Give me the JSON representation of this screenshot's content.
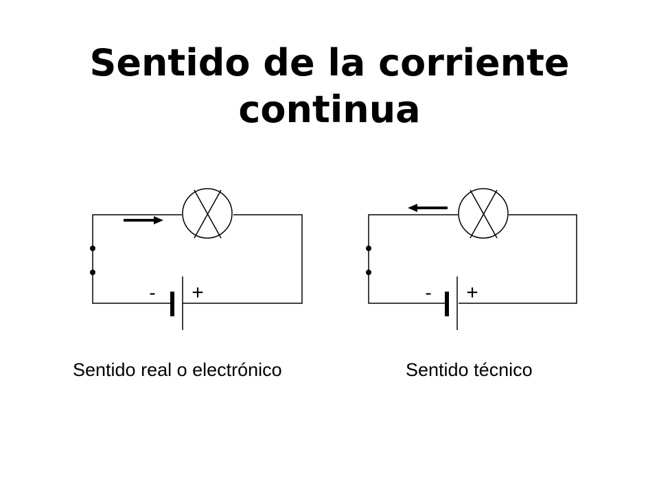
{
  "title": {
    "line1": "Sentido de la corriente",
    "line2": "continua"
  },
  "circuits": [
    {
      "caption": "Sentido real o electrónico",
      "minus_label": "-",
      "plus_label": "+",
      "arrow_direction": "right"
    },
    {
      "caption": "Sentido técnico",
      "minus_label": "-",
      "plus_label": "+",
      "arrow_direction": "left"
    }
  ]
}
